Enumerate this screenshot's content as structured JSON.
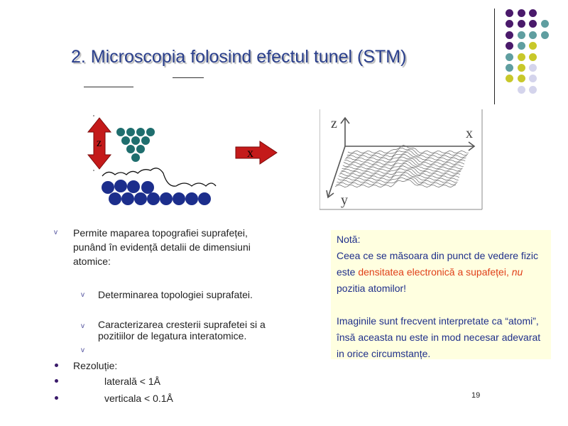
{
  "slide": {
    "title": "2. Microscopia folosind efectul tunel (STM)",
    "page_number": "19"
  },
  "figure_left": {
    "z_label": "z",
    "x_label": "x"
  },
  "figure_right": {
    "axis_z": "z",
    "axis_x": "x",
    "axis_y": "y"
  },
  "bullets": {
    "b1_line1": "Permite maparea topografiei suprafeței,",
    "b1_line2": "punând în evidență detalii de dimensiuni",
    "b1_line3": "atomice:",
    "sub1": "Determinarea topologiei suprafatei.",
    "sub2_line1": "Caracterizarea cresterii suprafetei si a",
    "sub2_line2": "pozitiilor de legatura interatomice.",
    "rezolutie": "Rezoluție:",
    "laterala": "laterală  < 1Å",
    "verticala": "verticala < 0.1Å"
  },
  "note": {
    "heading": "Notă:",
    "p1_a": "Ceea ce se măsoara din punct de vedere fizic este ",
    "p1_red": "densitatea electronică a supafeței, ",
    "p1_nu": "nu",
    "p1_end": " pozitia atomilor!",
    "p2": "Imaginile sunt frecvent interpretate ca “atomi”, însă aceasta nu este in mod necesar adevarat in orice circumstanțe."
  },
  "colors": {
    "title": "#2a3f8c",
    "dot_purple": "#4a1a6b",
    "dot_teal": "#5f9ea0",
    "dot_yellow": "#c8c82a",
    "dot_lavender": "#d4d4ec",
    "tip_atoms": "#1f6e6e",
    "surface_atoms": "#1c2e8c",
    "arrow_red": "#c41a1a",
    "note_bg": "#ffffe0",
    "note_text": "#1f2f8a",
    "note_red": "#e0401a"
  }
}
